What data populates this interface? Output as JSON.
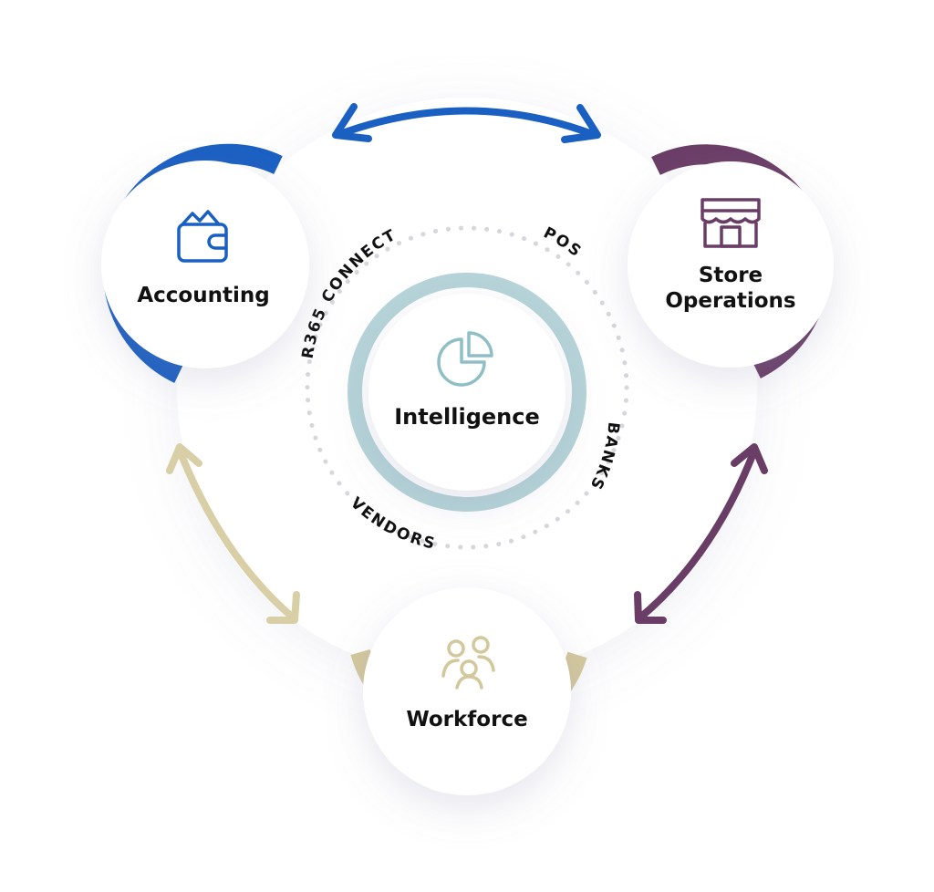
{
  "colors": {
    "accounting": "#1a5fc2",
    "store_operations": "#6a3d66",
    "workforce": "#d3c79c",
    "intelligence_ring": "#b5d3d8",
    "intelligence_icon": "#8fbfc6",
    "dots": "#d6d6dc",
    "label": "#111111"
  },
  "nodes": {
    "center": {
      "label": "Intelligence",
      "icon": "pie-chart-icon"
    },
    "accounting": {
      "label": "Accounting",
      "icon": "wallet-icon"
    },
    "store_operations": {
      "label_line1": "Store",
      "label_line2": "Operations",
      "icon": "storefront-icon"
    },
    "workforce": {
      "label": "Workforce",
      "icon": "people-group-icon"
    }
  },
  "ring_labels": {
    "r365_connect": "R365 CONNECT",
    "pos": "POS",
    "banks": "BANKS",
    "vendors": "VENDORS"
  }
}
